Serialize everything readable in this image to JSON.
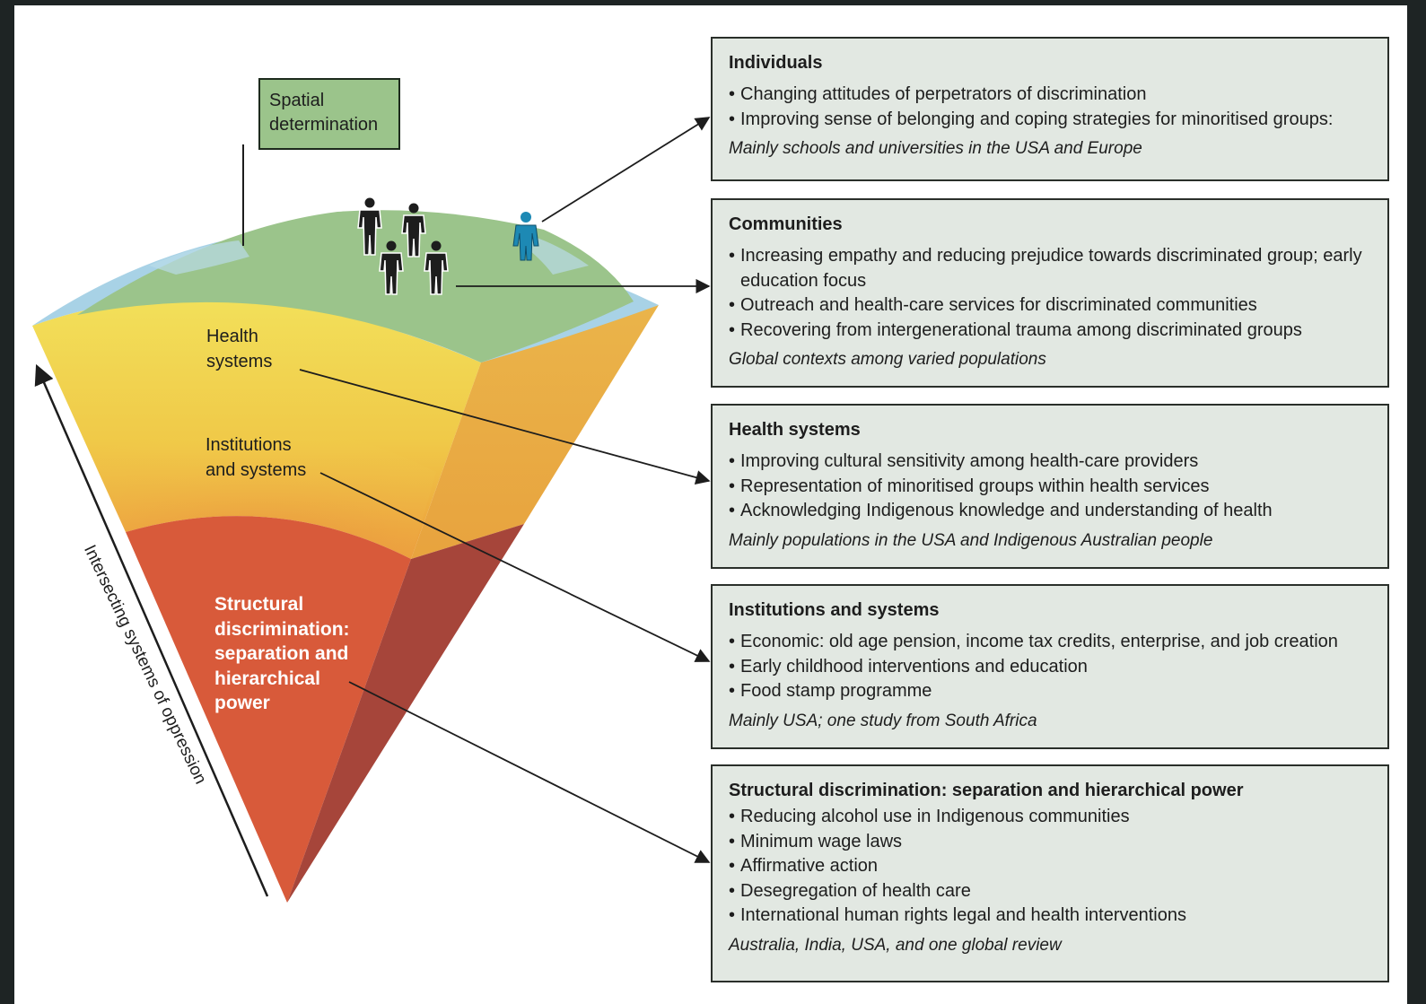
{
  "flag_label": "Spatial\ndetermination",
  "layer_labels": {
    "health": "Health\nsystems",
    "institutions": "Institutions\nand systems",
    "core": "Structural\ndiscrimination:\nseparation and\nhierarchical\npower"
  },
  "axis_label": "Intersecting systems of oppression",
  "boxes": [
    {
      "title": "Individuals",
      "items": [
        "Changing attitudes of perpetrators of discrimination",
        "Improving sense of belonging and coping strategies for minoritised groups:"
      ],
      "note": "Mainly schools and universities in the USA and Europe"
    },
    {
      "title": "Communities",
      "items": [
        "Increasing empathy and reducing prejudice towards discriminated group; early education focus",
        "Outreach and health-care services for discriminated communities",
        "Recovering from intergenerational trauma among discriminated groups"
      ],
      "note": "Global contexts among varied populations"
    },
    {
      "title": "Health systems",
      "items": [
        "Improving cultural sensitivity among health-care providers",
        "Representation of minoritised groups within health services",
        "Acknowledging Indigenous knowledge and understanding of health"
      ],
      "note": "Mainly populations in the USA and Indigenous Australian people"
    },
    {
      "title": "Institutions and systems",
      "items": [
        "Economic: old age pension, income tax credits, enterprise, and job creation",
        "Early childhood interventions and education",
        "Food stamp programme"
      ],
      "note": "Mainly USA; one study from South Africa"
    },
    {
      "title": "Structural discrimination: separation and hierarchical power",
      "items": [
        "Reducing alcohol use in Indigenous communities",
        "Minimum wage laws",
        "Affirmative action",
        "Desegregation of health care",
        "International human rights legal and health interventions"
      ],
      "note": "Australia, India, USA, and one global review"
    }
  ],
  "colors": {
    "background": "#1e2424",
    "box_fill": "#e2e8e2",
    "earth_green": "#9bc48b",
    "ocean_blue": "#a8d2e6",
    "health_yellow": "#f0d84e",
    "institutions_orange": "#eba940",
    "core_red": "#d85a3a",
    "individual_blue": "#1d89b4"
  },
  "icons": {
    "people": "person-icon",
    "individual": "person-icon"
  }
}
